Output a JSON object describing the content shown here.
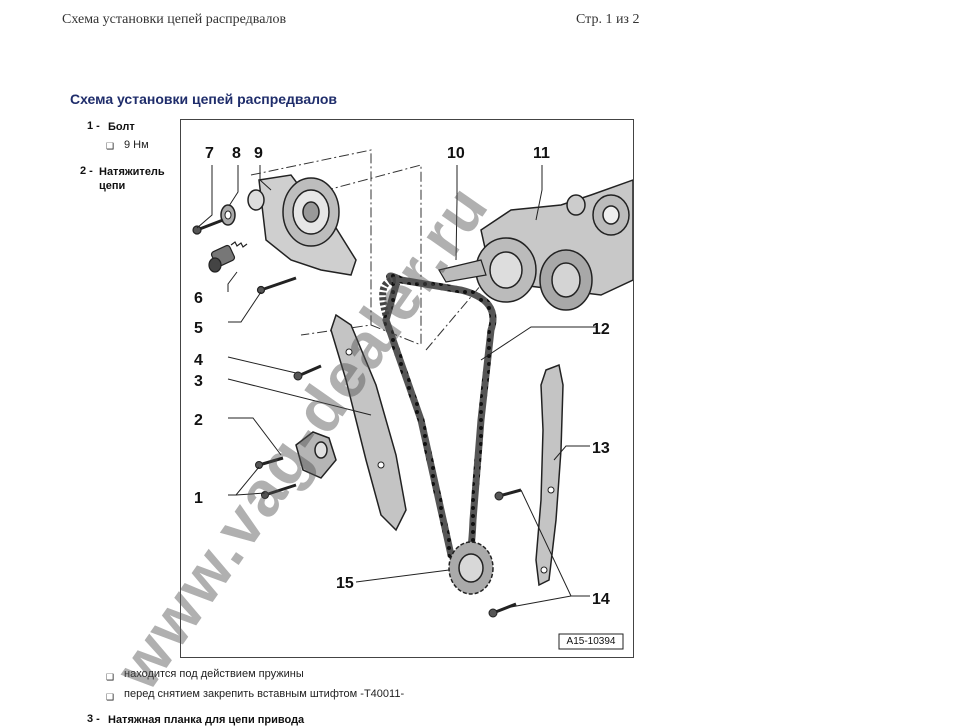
{
  "header": {
    "left": "Схема установки цепей распредвалов",
    "right": "Стр. 1 из 2"
  },
  "title": "Схема установки цепей распредвалов",
  "items": [
    {
      "num": "1 -",
      "label": "Болт",
      "subs": [
        "9 Нм"
      ]
    },
    {
      "num": "2 -",
      "label": "Натяжитель цепи",
      "subs": [
        "находится под действием пружины",
        "перед снятием закрепить вставным штифтом -T40011-"
      ]
    },
    {
      "num": "3 -",
      "label": "Натяжная планка для цепи привода"
    }
  ],
  "figure": {
    "code": "A15-10394",
    "callouts": [
      "1",
      "2",
      "3",
      "4",
      "5",
      "6",
      "7",
      "8",
      "9",
      "10",
      "11",
      "12",
      "13",
      "14",
      "15"
    ]
  },
  "watermark": "www.vag-dealer.ru",
  "colors": {
    "title": "#1f2d6b",
    "line": "#1a1a1a"
  }
}
